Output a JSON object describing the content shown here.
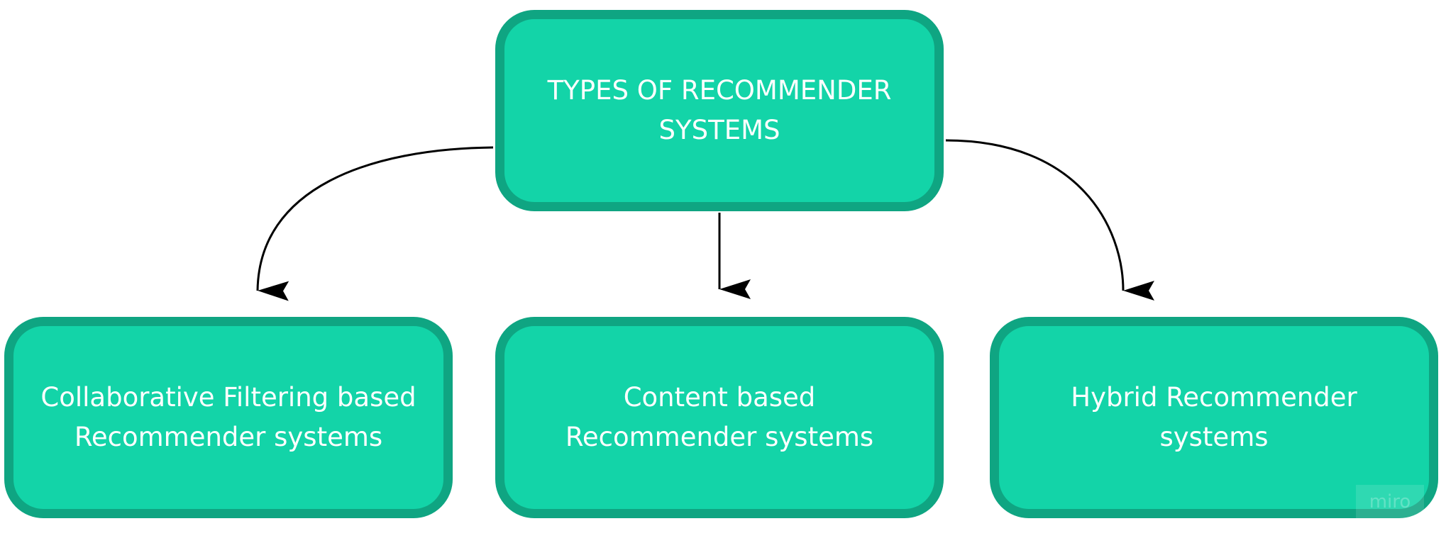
{
  "diagram": {
    "root": {
      "label": "TYPES OF RECOMMENDER SYSTEMS"
    },
    "children": [
      {
        "label": "Collaborative Filtering based Recommender systems"
      },
      {
        "label": "Content based Recommender systems"
      },
      {
        "label": "Hybrid Recommender systems"
      }
    ]
  },
  "colors": {
    "node_fill": "#13d4a8",
    "node_border": "#0fa582",
    "node_text": "#ffffff",
    "connector": "#000000"
  },
  "watermark": {
    "text": "miro"
  }
}
